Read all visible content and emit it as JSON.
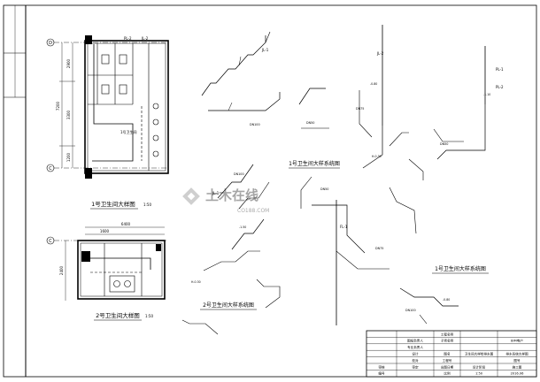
{
  "titles": {
    "plan1": "1号卫生间大样图",
    "plan1_scale": "1:50",
    "plan2": "2号卫生间大样图",
    "plan2_scale": "1:50",
    "sys1_mid": "1号卫生间大样系统图",
    "sys1_right": "1号卫生间大样系统图",
    "sys2": "2号卫生间大样系统图"
  },
  "grid": {
    "axis_c": "C",
    "axis_d": "D",
    "axis_c2": "C",
    "dims_left": [
      "2900",
      "3300",
      "1200",
      "7200"
    ],
    "dims_plan2_top": [
      "6400",
      "1600"
    ],
    "dims_plan2_left": [
      "2400"
    ]
  },
  "plan1_labels": {
    "pipe": "PL-2",
    "pipe2": "JL-2",
    "room": "1号卫生间"
  },
  "riser_labels": [
    "JL-1",
    "JL-2",
    "PL-1",
    "PL-2",
    "JL-1",
    "FL-1"
  ],
  "pipe_notes": [
    "DN100",
    "DN50",
    "DN75",
    "DN50",
    "DN100",
    "DN50",
    "DN75",
    "DN100"
  ],
  "elev_notes": [
    "-0.80",
    "-1.10",
    "-1.50",
    "H-0.30",
    "H-0.30",
    "-0.80"
  ],
  "watermark": {
    "brand": "土木在线",
    "url": "CO188.COM"
  },
  "title_block": {
    "rows": [
      [
        "",
        "",
        "工程名称",
        "",
        ""
      ],
      [
        "",
        "图纸负责人",
        "子项名称",
        "",
        "BIM电户"
      ],
      [
        "",
        "专业负责人",
        "",
        "",
        ""
      ],
      [
        "",
        "设计",
        "图名",
        "卫生间大样给排水图",
        "排水系统大样图"
      ],
      [
        "",
        "校对",
        "工程号",
        "",
        "图号"
      ],
      [
        "审核",
        "审定",
        "出图日期",
        "设计阶段",
        "施工图"
      ],
      [
        "编号",
        "",
        "比例",
        "1:50",
        "2016.06"
      ]
    ]
  }
}
